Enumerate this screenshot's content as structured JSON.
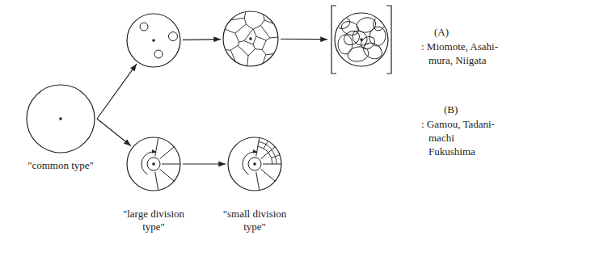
{
  "diagram": {
    "nodes": [
      {
        "text": [
          "\"common type\""
        ]
      },
      {
        "text": []
      },
      {
        "text": []
      },
      {
        "text": []
      },
      {
        "text": [
          "\"large division type\""
        ]
      },
      {
        "text": [
          "\"small division type\""
        ]
      }
    ],
    "edges": [
      {
        "from": 0,
        "to": 1,
        "arrow": "to"
      },
      {
        "from": 0,
        "to": 4,
        "arrow": "to"
      },
      {
        "from": 1,
        "to": 2,
        "arrow": "to"
      },
      {
        "from": 2,
        "to": 3,
        "arrow": "to"
      },
      {
        "from": 4,
        "to": 5,
        "arrow": "to"
      }
    ],
    "labels": [
      "(A)",
      ": Miomote, Asahi-mura, Niigata",
      "(B)",
      ": Gamou, Tadani-machi Fukushima"
    ]
  }
}
